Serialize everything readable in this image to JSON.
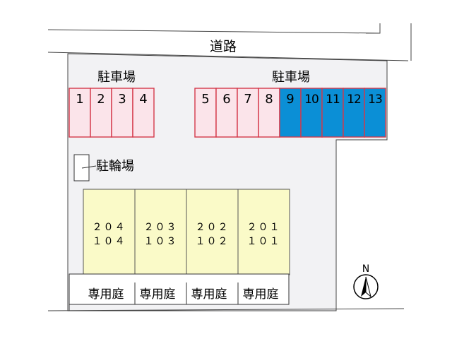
{
  "road": {
    "label": "道路"
  },
  "parking_labels": [
    "駐車場",
    "駐車場"
  ],
  "parking": {
    "left": [
      "1",
      "2",
      "3",
      "4"
    ],
    "right_pink": [
      "5",
      "6",
      "7",
      "8"
    ],
    "right_blue": [
      "9",
      "10",
      "11",
      "12",
      "13"
    ]
  },
  "bike_parking": {
    "label": "駐輪場"
  },
  "units": [
    {
      "upper": "２０４",
      "lower": "１０４"
    },
    {
      "upper": "２０３",
      "lower": "１０３"
    },
    {
      "upper": "２０２",
      "lower": "１０２"
    },
    {
      "upper": "２０１",
      "lower": "１０１"
    }
  ],
  "gardens": [
    "専用庭",
    "専用庭",
    "専用庭",
    "専用庭"
  ],
  "compass": {
    "label": "N"
  },
  "colors": {
    "lot": "#f2f2f4",
    "parking_pink": "#fbe4ea",
    "parking_pink_border": "#d4384a",
    "parking_blue": "#0b8fd6",
    "unit_fill": "#fafac8",
    "line": "#333333"
  }
}
